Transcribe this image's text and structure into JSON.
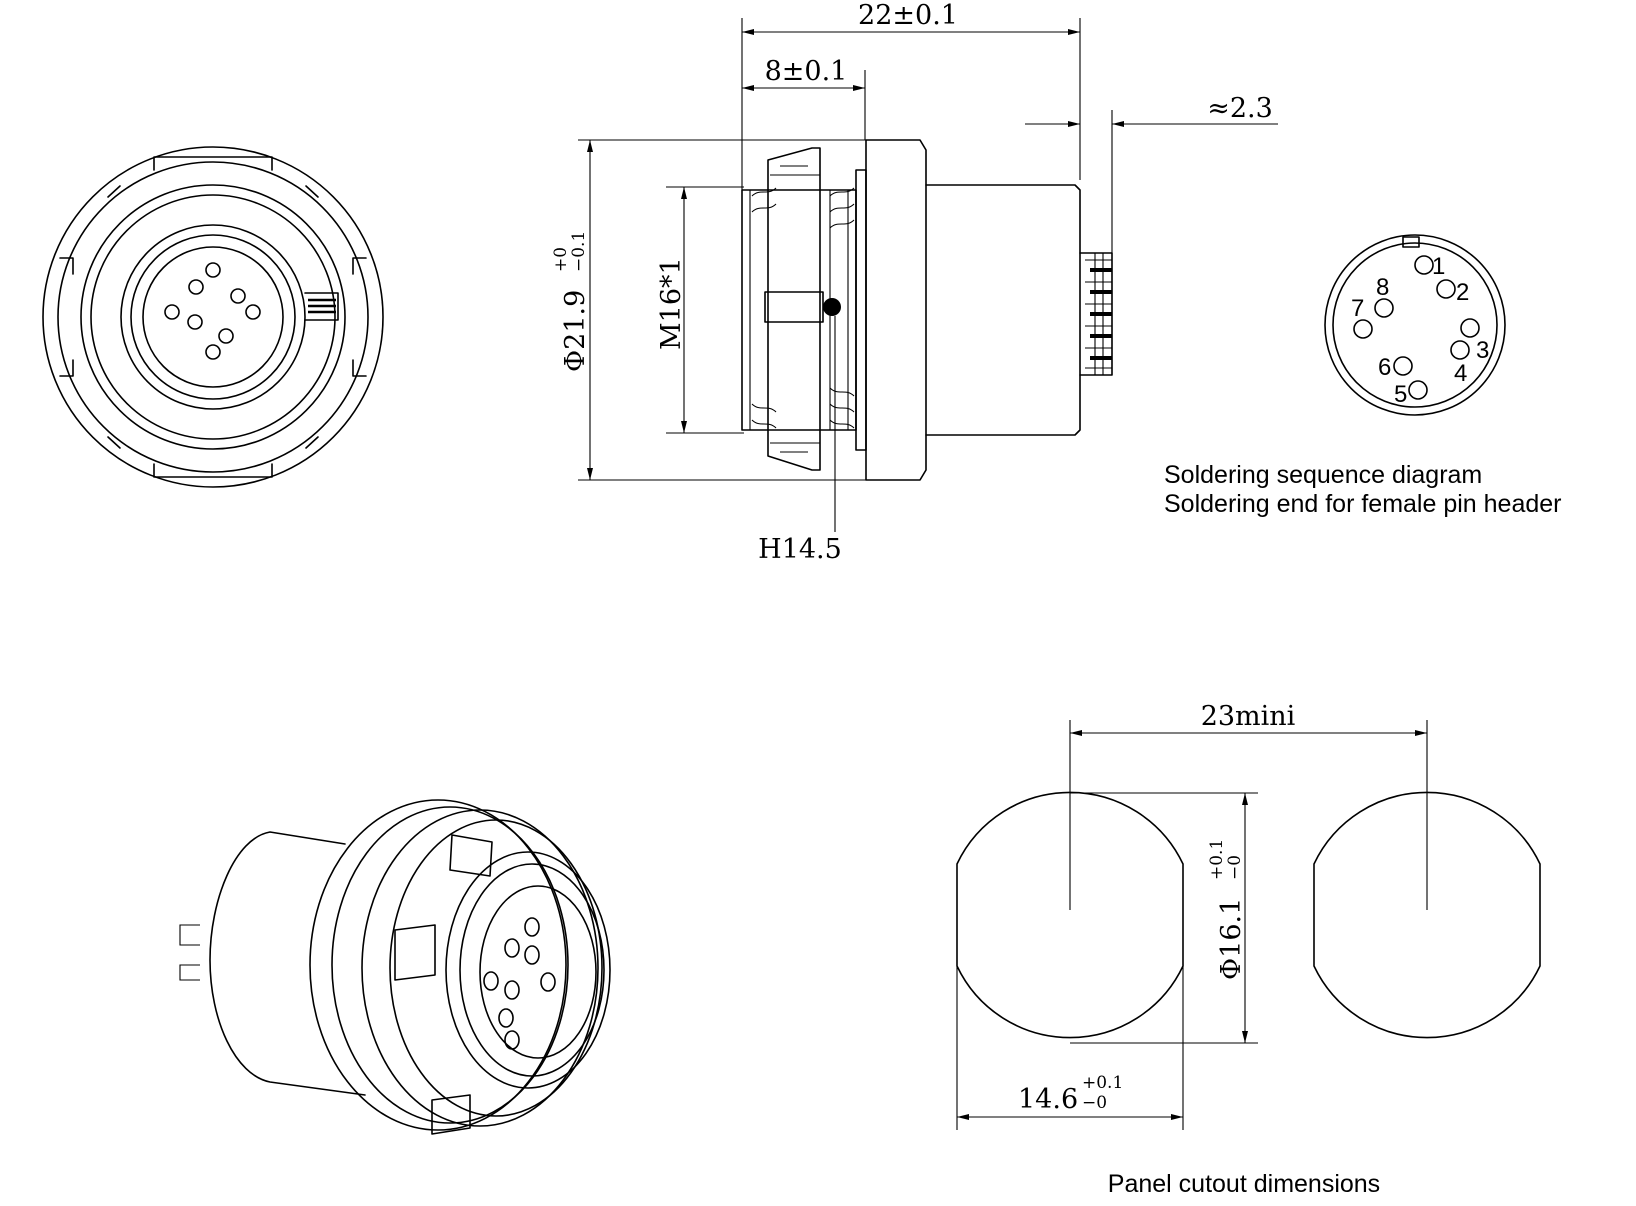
{
  "dimensions": {
    "overall_length": "22±0.1",
    "front_length": "8±0.1",
    "pin_protrusion": "≈2.3",
    "outer_diameter_main": "Φ21.9",
    "outer_diameter_tol_upper": "+0",
    "outer_diameter_tol_lower": "−0.1",
    "thread": "M16*1",
    "nut_height": "H14.5",
    "cutout_spacing": "23mini",
    "cutout_diameter_main": "Φ16.1",
    "cutout_diameter_tol_upper": "+0.1",
    "cutout_diameter_tol_lower": "−0",
    "cutout_flat_main": "14.6",
    "cutout_flat_tol_upper": "+0.1",
    "cutout_flat_tol_lower": "−0"
  },
  "soldering": {
    "line1": "Soldering sequence diagram",
    "line2": "Soldering end for female pin header",
    "pins": [
      "1",
      "2",
      "3",
      "4",
      "5",
      "6",
      "7",
      "8"
    ]
  },
  "panel_caption": "Panel cutout dimensions"
}
